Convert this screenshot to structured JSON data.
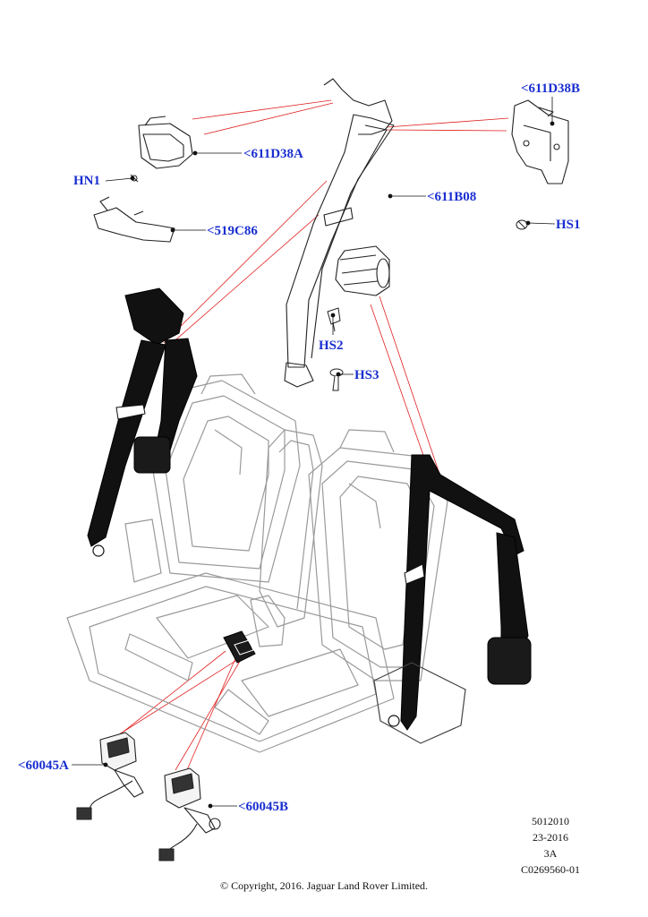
{
  "callouts": {
    "c611D38B": "<611D38B",
    "c611D38A": "<611D38A",
    "cHN1": "HN1",
    "c519C86": "<519C86",
    "c611B08": "<611B08",
    "cHS1": "HS1",
    "cHS2": "HS2",
    "cHS3": "HS3",
    "c60045A": "<60045A",
    "c60045B": "<60045B"
  },
  "meta": {
    "ref": "5012010",
    "date": "23-2016",
    "rev": "3A",
    "code": "C0269560-01"
  },
  "copyright": "© Copyright, 2016. Jaguar Land Rover Limited.",
  "colors": {
    "callout": "#1a2fd0",
    "leader_red": "#e02020",
    "outline": "#222222",
    "seat_outline": "#9a9a9a",
    "belt_black": "#111111"
  }
}
